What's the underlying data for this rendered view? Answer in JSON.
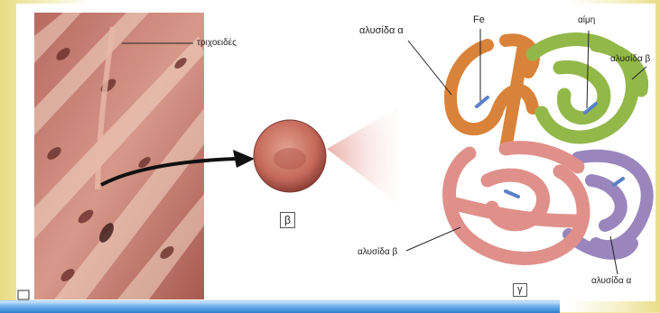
{
  "panels": {
    "micro_label": "",
    "cell_label": "β",
    "molecule_label": "γ"
  },
  "labels": {
    "capillary": "τριχοειδές",
    "chain_alpha_top": "αλυσίδα α",
    "iron": "Fe",
    "heme": "αίμη",
    "chain_beta_right": "αλυσίδα β",
    "chain_beta_bottom": "αλυσίδα β",
    "chain_alpha_bottom": "αλυσίδα α"
  },
  "colors": {
    "frame": "#f1e9a3",
    "bar": "#2f7fd0",
    "alpha_chain_orange": "#d9823a",
    "beta_chain_green": "#93b84a",
    "beta_chain_pink": "#e0908a",
    "alpha_chain_purple": "#9a86bd",
    "tissue": "#c97a6e"
  }
}
